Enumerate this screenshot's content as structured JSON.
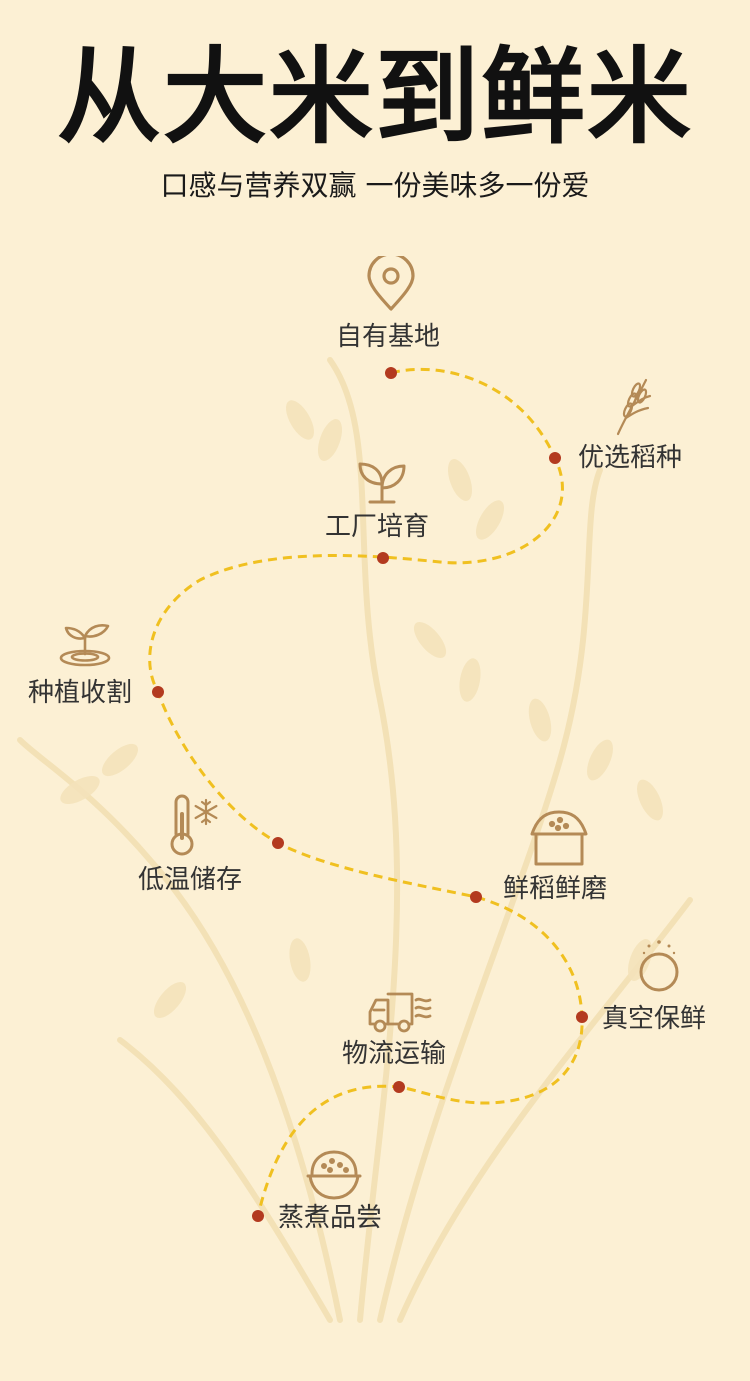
{
  "header": {
    "title": "从大米到鲜米",
    "subtitle": "口感与营养双赢 一份美味多一份爱"
  },
  "colors": {
    "background": "#fcf0d4",
    "path": "#f0c020",
    "dot": "#b33a1f",
    "icon": "#b48a56"
  },
  "steps": [
    {
      "label": "自有基地",
      "icon": "location-pin-icon"
    },
    {
      "label": "优选稻种",
      "icon": "wheat-icon"
    },
    {
      "label": "工厂培育",
      "icon": "sprout-leaf-icon"
    },
    {
      "label": "种植收割",
      "icon": "seedling-icon"
    },
    {
      "label": "低温储存",
      "icon": "thermometer-snowflake-icon"
    },
    {
      "label": "鲜稻鲜磨",
      "icon": "rice-sack-icon"
    },
    {
      "label": "真空保鲜",
      "icon": "vacuum-ring-icon"
    },
    {
      "label": "物流运输",
      "icon": "delivery-truck-icon"
    },
    {
      "label": "蒸煮品尝",
      "icon": "rice-bowl-icon"
    }
  ]
}
